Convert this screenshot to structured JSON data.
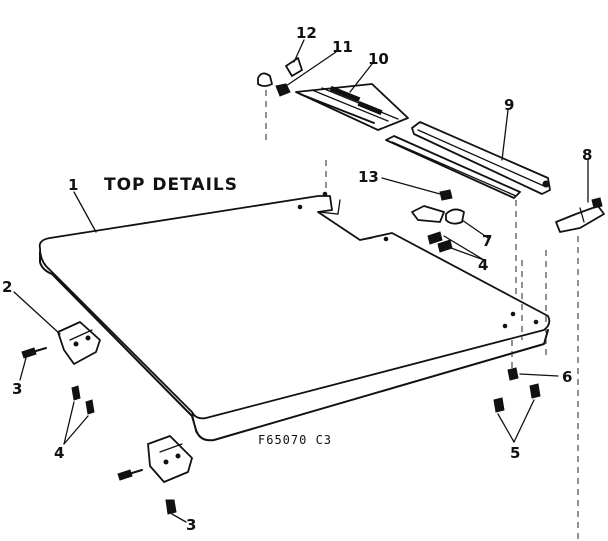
{
  "diagram": {
    "title": "TOP DETAILS",
    "part_code": "F65070 C3",
    "callouts": {
      "c1": "1",
      "c2": "2",
      "c3": "3",
      "c4a": "4",
      "c4b": "4",
      "c5": "5",
      "c6": "6",
      "c7": "7",
      "c8": "8",
      "c9": "9",
      "c10": "10",
      "c11": "11",
      "c12": "12",
      "c13": "13",
      "c3b": "3"
    }
  }
}
